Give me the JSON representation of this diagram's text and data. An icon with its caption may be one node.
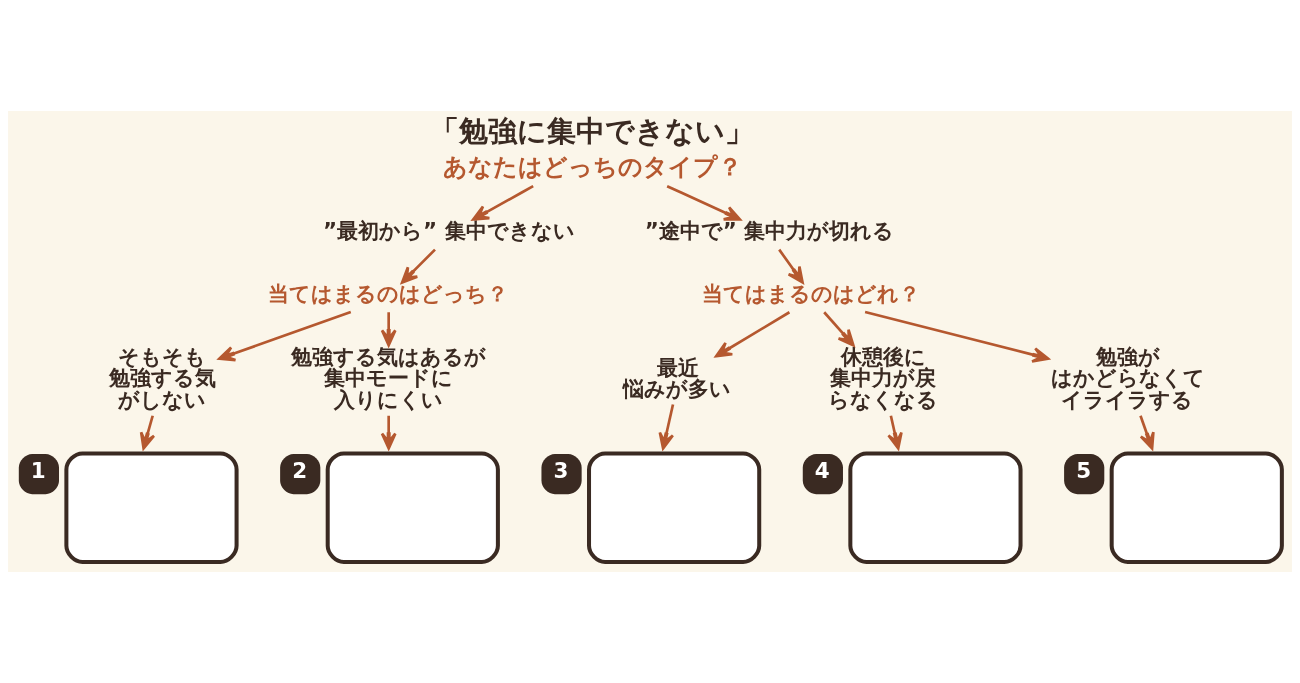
{
  "diagram": {
    "nodes": [
      {
        "text": [
          "「勉強に集中できない」",
          "あなたはどっちのタイプ？"
        ]
      },
      {
        "text": [
          "”最初から” 集中できない"
        ]
      },
      {
        "text": [
          "当てはまるのはどっち？"
        ]
      },
      {
        "text": [
          "”途中で” 集中力が切れる"
        ]
      },
      {
        "text": [
          "当てはまるのはどれ？"
        ]
      },
      {
        "text": [
          "そもそも勉強する気がしない"
        ]
      },
      {
        "text": [
          "勉強する気はあるが集中モードに入りにくい"
        ]
      },
      {
        "text": [
          "最近悩みが多い"
        ]
      },
      {
        "text": [
          "休憩後に集中力が戻らなくなる"
        ]
      },
      {
        "text": [
          "勉強がはかどらなくてイライラする"
        ]
      },
      {
        "text": [
          "1"
        ]
      },
      {
        "text": [
          "2"
        ]
      },
      {
        "text": [
          "3"
        ]
      },
      {
        "text": [
          "4"
        ]
      },
      {
        "text": [
          "5"
        ]
      }
    ],
    "edges": [
      {
        "from": 0,
        "to": 1,
        "arrow": "to"
      },
      {
        "from": 0,
        "to": 3,
        "arrow": "to"
      },
      {
        "from": 1,
        "to": 2,
        "arrow": "to"
      },
      {
        "from": 3,
        "to": 4,
        "arrow": "to"
      },
      {
        "from": 2,
        "to": 5,
        "arrow": "to"
      },
      {
        "from": 2,
        "to": 6,
        "arrow": "to"
      },
      {
        "from": 4,
        "to": 7,
        "arrow": "to"
      },
      {
        "from": 4,
        "to": 8,
        "arrow": "to"
      },
      {
        "from": 4,
        "to": 9,
        "arrow": "to"
      },
      {
        "from": 5,
        "to": 10,
        "arrow": "to"
      },
      {
        "from": 6,
        "to": 11,
        "arrow": "to"
      },
      {
        "from": 7,
        "to": 12,
        "arrow": "to"
      },
      {
        "from": 8,
        "to": 13,
        "arrow": "to"
      },
      {
        "from": 9,
        "to": 14,
        "arrow": "to"
      }
    ]
  }
}
